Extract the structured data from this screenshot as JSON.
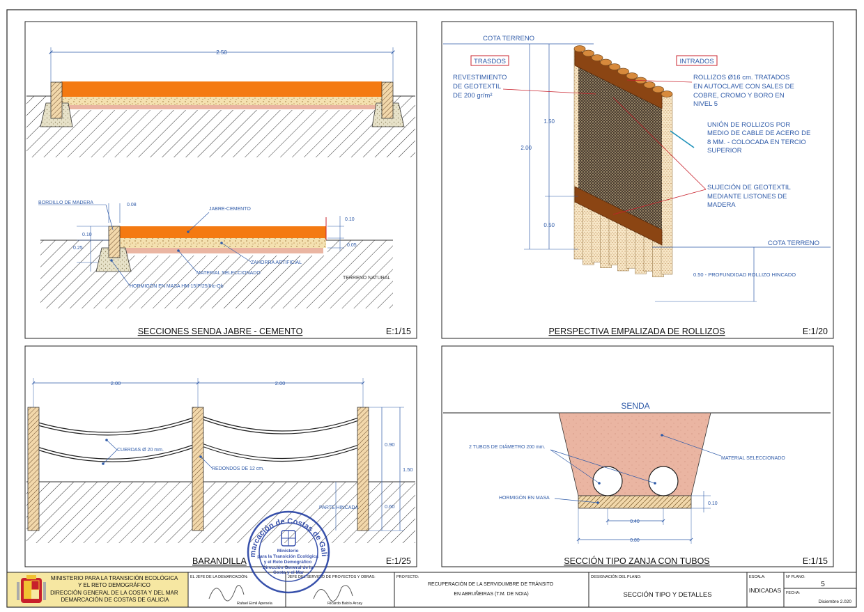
{
  "panels": {
    "jabre": {
      "title": "SECCIONES SENDA JABRE - CEMENTO",
      "scale": "E:1/15",
      "dims": {
        "width": "2.50",
        "offset": "0.08",
        "h1": "0.10",
        "h2": "0.25",
        "top": "0.10",
        "sub": "0.05"
      },
      "labels": {
        "bordillo": "BORDILLO DE MADERA",
        "jabre": "JABRE-CEMENTO",
        "zahorra": "ZAHORRA ARTIFICIAL",
        "material": "MATERIAL SELECCIONADO",
        "hormigon": "HORMIGÓN EN MASA HM-15/P/25/IIIc-Qb",
        "terreno": "TERRENO NATURAL"
      }
    },
    "empalizada": {
      "title": "PERSPECTIVA EMPALIZADA DE ROLLIZOS",
      "scale": "E:1/20",
      "dims": {
        "total": "2.00",
        "upper": "1.50",
        "lower": "0.50"
      },
      "labels": {
        "cota_top": "COTA TERRENO",
        "cota_right": "COTA TERRENO",
        "trasdos": "TRASDOS",
        "intrados": "INTRADOS",
        "revest": [
          "REVESTIMIENTO",
          "DE GEOTEXTIL",
          "DE 200 gr/m²"
        ],
        "rollizos": [
          "ROLLIZOS Ø16 cm. TRATADOS",
          "EN AUTOCLAVE CON SALES DE",
          "COBRE, CROMO Y BORO EN",
          "NIVEL 5"
        ],
        "union": [
          "UNIÓN DE ROLLIZOS POR",
          "MEDIO DE CABLE DE ACERO DE",
          "8 MM. - COLOCADA EN TERCIO",
          "SUPERIOR"
        ],
        "sujecion": [
          "SUJECIÓN DE GEOTEXTIL",
          "MEDIANTE LISTONES DE",
          "MADERA"
        ],
        "profundidad": "0.50 - PROFUNDIDAD ROLLIZO HINCADO"
      }
    },
    "barandilla": {
      "title": "BARANDILLA",
      "scale": "E:1/25",
      "dims": {
        "span1": "2.00",
        "span2": "2.00",
        "h_above": "0.90",
        "h_total": "1.50",
        "h_below": "0.60"
      },
      "labels": {
        "cuerdas": "CUERDAS Ø 20 mm.",
        "redondos": "REDONDOS DE 12 cm.",
        "parte": "PARTE HINCADA"
      }
    },
    "zanja": {
      "title": "SECCIÓN TIPO ZANJA CON TUBOS",
      "scale": "E:1/15",
      "dims": {
        "slab": "0.10",
        "inner": "0.40",
        "outer": "0.80"
      },
      "labels": {
        "senda": "SENDA",
        "tubos": "2 TUBOS DE DIÁMETRO 200 mm.",
        "material": "MATERIAL SELECCIONADO",
        "hormigon": "HORMIGÓN EN MASA"
      }
    }
  },
  "stamp": {
    "outer": "Demarcación de Costas de Galicia",
    "inner": [
      "Ministerio",
      "para la Transición Ecológica",
      "y el Reto Demográfico",
      "Dirección General de la",
      "Costa y el Mar"
    ]
  },
  "title_block": {
    "ministry": [
      "MINISTERIO PARA LA TRANSICIÓN ECOLÓGICA",
      "Y EL RETO DEMOGRÁFICO",
      "DIRECCIÓN GENERAL DE LA COSTA Y DEL MAR",
      "DEMARCACIÓN DE COSTAS DE GALICIA"
    ],
    "jefe_label": "EL JEFE DE LA DEMARCACIÓN:",
    "jefe_name": "Rafael Eimil Apenela",
    "jefe_servicio_label": "JEFE DEL SERVICIO DE PROYECTOS Y OBRAS:",
    "jefe_servicio_name": "Ricardo Babío Arcay",
    "proyecto_label": "PROYECTO:",
    "proyecto": [
      "RECUPERACIÓN DE LA SERVIDUMBRE DE TRÁNSITO",
      "EN ABRUÑEIRAS (T.M. DE NOIA)"
    ],
    "designacion_label": "DESIGNACIÓN DEL PLANO:",
    "designacion": "SECCIÓN TIPO Y DETALLES",
    "escala_label": "ESCALA:",
    "escala": "INDICADAS",
    "plano_label": "Nº PLANO:",
    "plano": "5",
    "fecha_label": "FECHA:",
    "fecha": "Diciembre 2.020"
  },
  "colors": {
    "line_blue": "#2e5aa8",
    "leader_red": "#c8202b",
    "orange": "#f47a12",
    "material_pink": "#eab5a2",
    "timber": "#f2d8ab",
    "stamp_blue": "#1d3aa0",
    "ministry_bg": "#f6e7a2"
  }
}
